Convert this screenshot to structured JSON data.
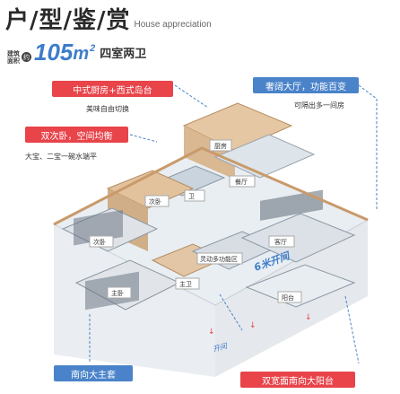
{
  "header": {
    "title": "户/型/鉴/赏",
    "subtitle": "House appreciation"
  },
  "area": {
    "label": "建筑面积",
    "icon": "约",
    "value": "105",
    "unit": "m",
    "superscript": "2",
    "rooms": "四室两卫"
  },
  "tags": {
    "kitchen_island": "中式厨房+西式岛台",
    "living_room": "奢阔大厅，功能百变",
    "double_bedroom": "双次卧，空间均衡",
    "master_bedroom": "南向大主套",
    "balcony": "双宽面南向大阳台"
  },
  "notes": {
    "kitchen": "美味自由切换",
    "living": "可隔出多一间房",
    "bedrooms": "大宝、二宝一碗水端平"
  },
  "rooms": {
    "kitchen": "厨房",
    "dining": "餐厅",
    "bath2": "卫",
    "bedroom3": "次卧",
    "bedroom2": "次卧",
    "living": "客厅",
    "multi": "灵动多功能区",
    "master": "主卧",
    "master_bath": "主卫",
    "balcony": "阳台",
    "open_width": "6米开间",
    "big_open": "开间"
  },
  "colors": {
    "accent_red": "#e8444a",
    "accent_blue": "#4a83c9",
    "highlight": "#3d7dca"
  }
}
